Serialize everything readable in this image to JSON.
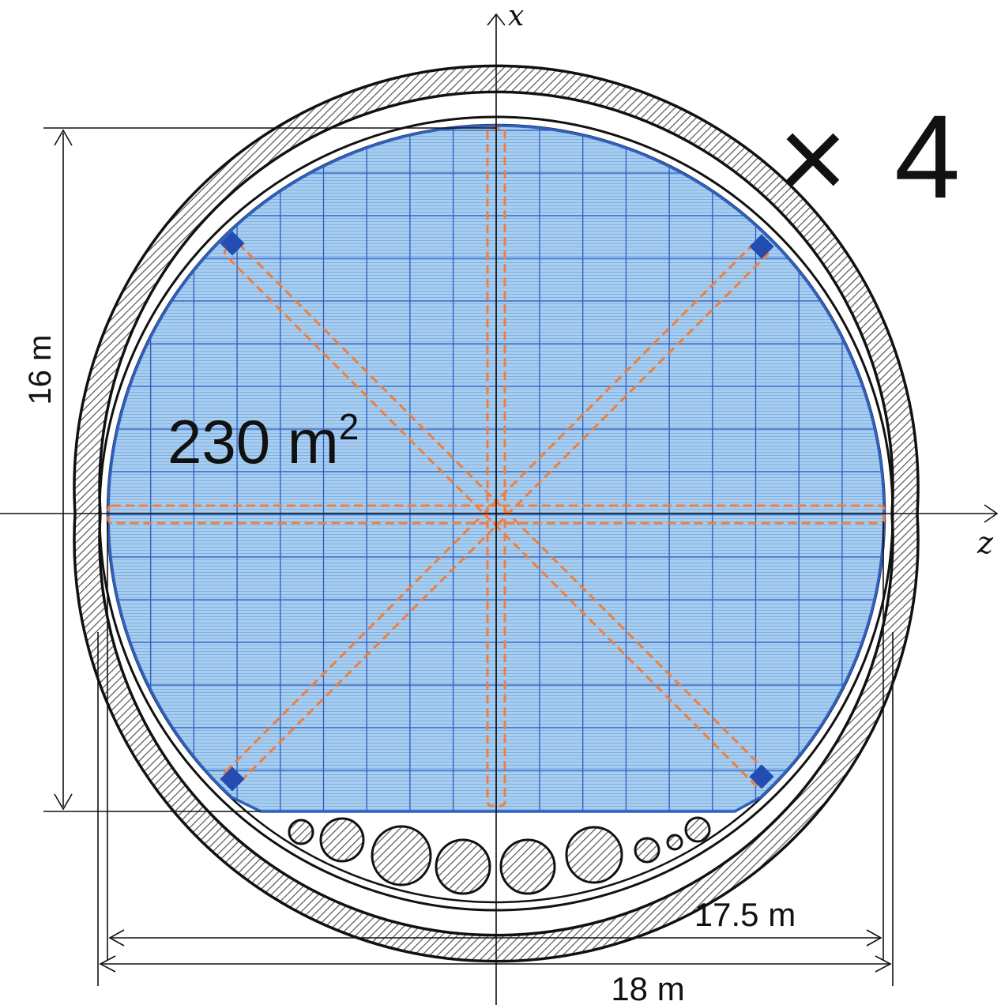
{
  "axes": {
    "x_label": "x",
    "z_label": "z"
  },
  "dimensions": {
    "height_label": "16 m",
    "inner_width_label": "17.5 m",
    "outer_width_label": "18 m"
  },
  "area_label": {
    "value": "230 m",
    "superscript": "2"
  },
  "multiplier": {
    "symbol": "×",
    "value": "4"
  },
  "colors": {
    "fill": "#a9cdef",
    "grid_fine": "#7fb2e3",
    "grid_major": "#2a5cc4",
    "outline": "#2f5fbf",
    "support_dash": "#f07f3c",
    "anchor": "#234db0",
    "wall_stroke": "#111111",
    "hatch": "#555555"
  },
  "icons": {
    "anchor": "anchor-square-icon",
    "pipe": "pipe-circle-icon"
  }
}
